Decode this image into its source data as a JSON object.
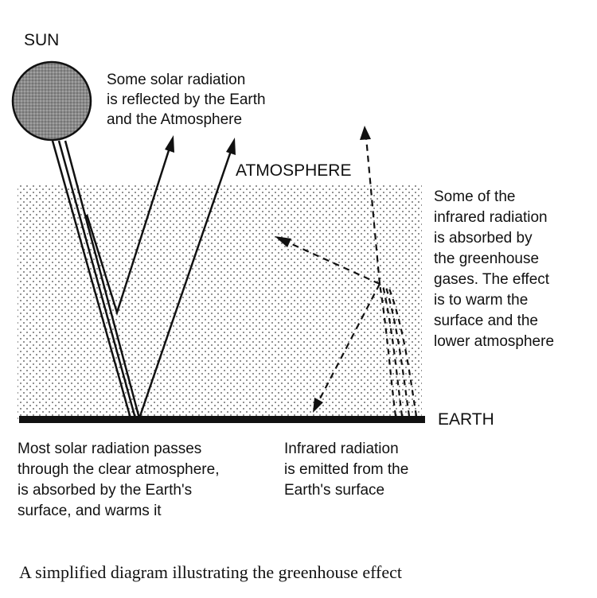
{
  "labels": {
    "sun": "SUN",
    "atmosphere": "ATMOSPHERE",
    "earth": "EARTH"
  },
  "notes": {
    "reflected": [
      "Some solar radiation",
      "is reflected by the Earth",
      "and the Atmosphere"
    ],
    "absorbed_infrared": [
      "Some of the",
      "infrared radiation",
      "is absorbed by",
      "the greenhouse",
      "gases.  The effect",
      "is to warm the",
      "surface and the",
      "lower atmosphere"
    ],
    "passes_through": [
      "Most solar radiation passes",
      "through the clear atmosphere,",
      "is absorbed by the Earth's",
      "surface, and warms it"
    ],
    "emitted": [
      "Infrared radiation",
      "is emitted from the",
      "Earth's surface"
    ]
  },
  "caption": "A simplified diagram illustrating the greenhouse effect"
}
